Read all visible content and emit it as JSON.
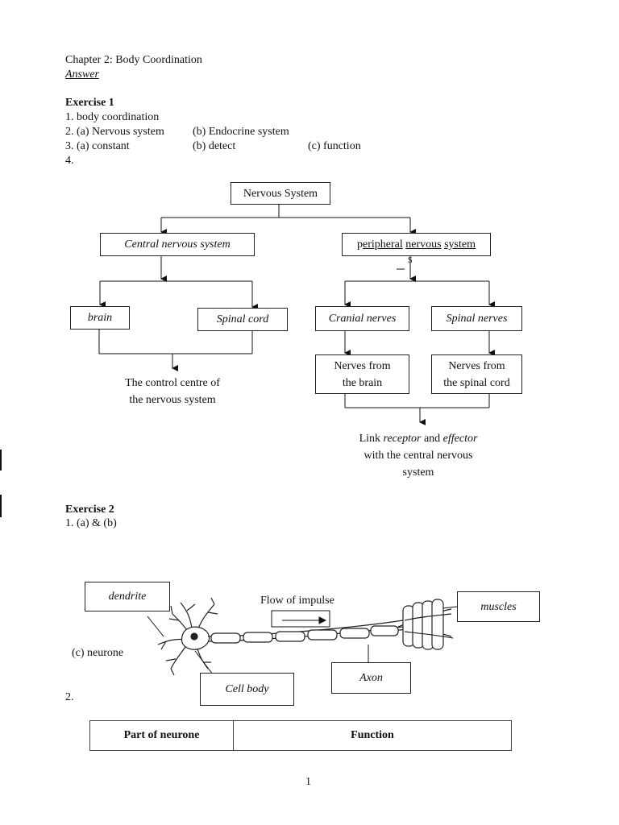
{
  "header": {
    "chapter": "Chapter 2:  Body Coordination",
    "answer": "Answer"
  },
  "exercise1": {
    "title": "Exercise 1",
    "q1": "1. body coordination",
    "q2a": "2. (a) Nervous system",
    "q2b": "(b) Endocrine system",
    "q3a": "3. (a) constant",
    "q3b": "(b) detect",
    "q3c": "(c) function",
    "q4": "4."
  },
  "chart": {
    "root": "Nervous System",
    "cns": "Central nervous system",
    "pns_p": "p",
    "pns_1": "eripheral",
    "pns_2": "nervous",
    "pns_3": "system",
    "stray_mark": "$",
    "brain": "brain",
    "spinal_cord": "Spinal cord",
    "cranial": "Cranial nerves",
    "spinal_nerves": "Spinal nerves",
    "nerves_brain_1": "Nerves from",
    "nerves_brain_2": "the brain",
    "nerves_spinal_1": "Nerves from",
    "nerves_spinal_2": "the spinal cord",
    "control_1": "The control centre of",
    "control_2": "the nervous system",
    "link_1": "Link",
    "link_receptor": "receptor",
    "link_and": "and",
    "link_effector": "effector",
    "link_2": "with the central nervous",
    "link_3": "system"
  },
  "exercise2": {
    "title": "Exercise 2",
    "q1": "1. (a) & (b)",
    "dendrite": "dendrite",
    "flow": "Flow of impulse",
    "muscles": "muscles",
    "neurone": "(c) neurone",
    "cell_body": "Cell body",
    "axon": "Axon",
    "q2": "2."
  },
  "table": {
    "headers": [
      "Part of neurone",
      "Function"
    ]
  },
  "page": {
    "number": "1"
  }
}
